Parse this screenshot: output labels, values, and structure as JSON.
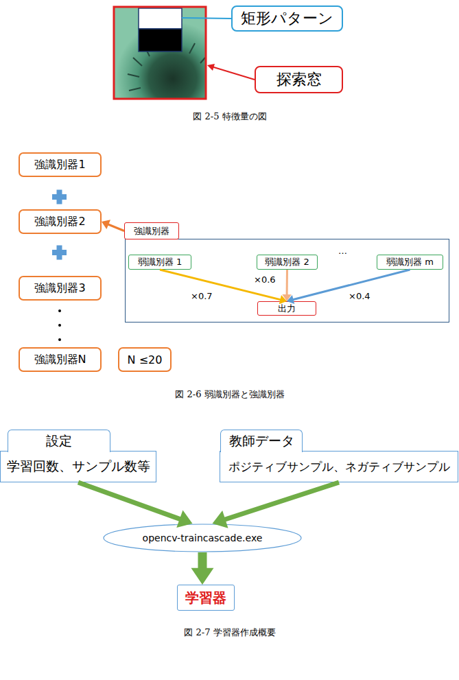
{
  "diagram": {
    "nodes": [
      {
        "text": [
          "矩形パターン"
        ]
      },
      {
        "text": [
          "探索窓"
        ]
      },
      {
        "text": [
          "強識別器1"
        ]
      },
      {
        "text": [
          "強識別器2"
        ]
      },
      {
        "text": [
          "強識別器"
        ]
      },
      {
        "text": [
          "弱識別器 1"
        ],
        "in": 4
      },
      {
        "text": [
          "弱識別器 2"
        ],
        "in": 4
      },
      {
        "text": [
          "弱識別器 m"
        ],
        "in": 4
      },
      {
        "text": [
          "出力"
        ],
        "in": 4
      },
      {
        "text": [
          "強識別器3"
        ]
      },
      {
        "text": [
          "強識別器N"
        ]
      },
      {
        "text": [
          "N ≤20"
        ]
      },
      {
        "text": [
          "設定",
          "学習回数、サンプル数等"
        ]
      },
      {
        "text": [
          "教師データ",
          "ポジティブサンプル、ネガティブサンプル"
        ]
      },
      {
        "text": [
          "opencv-traincascade.exe"
        ]
      },
      {
        "text": [
          "学習器"
        ]
      }
    ],
    "edges": [
      {
        "from": 4,
        "to": 3,
        "arrow": "to"
      },
      {
        "from": 5,
        "to": 8,
        "label": "×0.7",
        "arrow": "to"
      },
      {
        "from": 6,
        "to": 8,
        "label": "×0.6",
        "arrow": "to"
      },
      {
        "from": 7,
        "to": 8,
        "label": "×0.4",
        "arrow": "to"
      },
      {
        "from": 12,
        "to": 14,
        "arrow": "to"
      },
      {
        "from": 13,
        "to": 14,
        "arrow": "to"
      },
      {
        "from": 14,
        "to": 15,
        "arrow": "to"
      }
    ],
    "labels": [
      "図 2-5 特徴量の図",
      "…",
      "図 2-6 弱識別器と強識別器",
      "図 2-7 学習器作成概要"
    ]
  }
}
